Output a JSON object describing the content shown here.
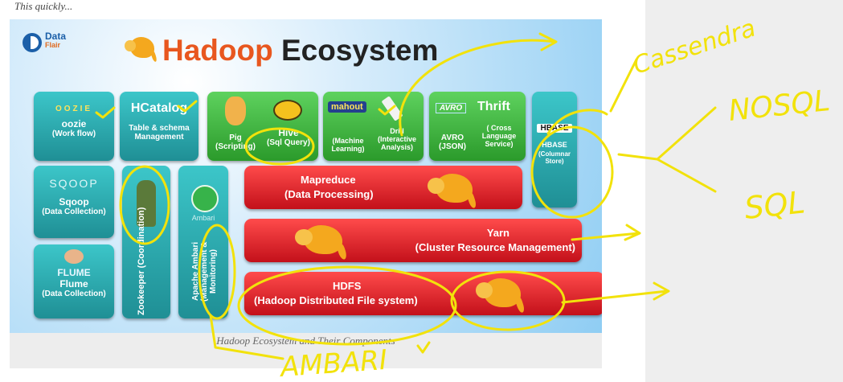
{
  "top_text": "This quickly...",
  "logo": {
    "name": "Data",
    "sub": "Flair"
  },
  "title": {
    "part1": "Hadoop",
    "part2": "Ecosystem"
  },
  "caption": "Hadoop Ecosystem and Their Components",
  "tiles": {
    "oozie": {
      "logo": "OOZIE",
      "name": "oozie",
      "sub": "(Work flow)"
    },
    "hcatalog": {
      "name": "HCatalog",
      "sub": "Table & schema Management"
    },
    "pig": {
      "name": "Pig",
      "sub": "(Scripting)"
    },
    "hive": {
      "name": "Hive",
      "sub": "(Sql Query)"
    },
    "mahout": {
      "logo": "mahout",
      "sub": "(Machine Learning)"
    },
    "drill": {
      "name": "Drill",
      "sub": "(Interactive Analysis)"
    },
    "avro": {
      "logo": "AVRO",
      "name": "AVRO",
      "sub": "(JSON)"
    },
    "thrift": {
      "name": "Thrift",
      "sub": "( Cross Language Service)"
    },
    "hbase": {
      "logo": "HBASE",
      "name": "HBASE",
      "sub": "(Columnar Store)"
    },
    "sqoop": {
      "logo": "SQOOP",
      "name": "Sqoop",
      "sub": "(Data Collection)"
    },
    "flume": {
      "logo": "FLUME",
      "name": "Flume",
      "sub": "(Data Collection)"
    },
    "zookeeper": {
      "label": "Zookeeper (Coordination)"
    },
    "ambari": {
      "logo": "Ambari",
      "label": "Apache Ambari (Management & Monitoring)"
    }
  },
  "bars": {
    "mapreduce": {
      "name": "Mapreduce",
      "sub": "(Data Processing)"
    },
    "yarn": {
      "name": "Yarn",
      "sub": "(Cluster Resource Management)"
    },
    "hdfs": {
      "name": "HDFS",
      "sub": "(Hadoop Distributed File system)"
    }
  },
  "handwritten": {
    "cassandra": "Cassendra",
    "nosql": "NOSQL",
    "sql": "SQL",
    "ambari": "AMBARI"
  },
  "colors": {
    "ink": "#f2e20b",
    "teal": "#2aa8ad",
    "red": "#d8141e",
    "green": "#3cb43c",
    "orange": "#f4a81e"
  }
}
